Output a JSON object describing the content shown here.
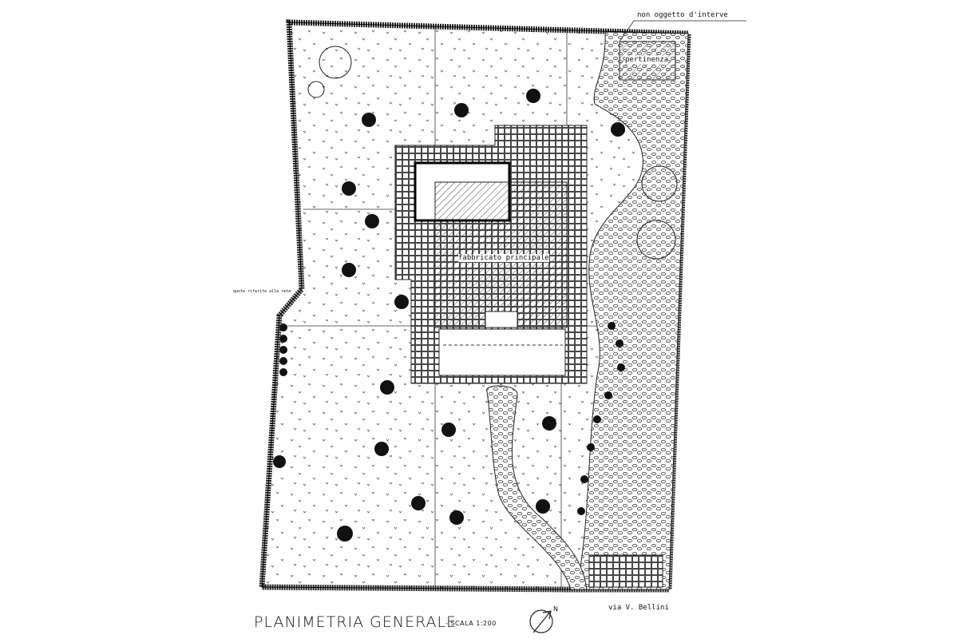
{
  "drawing": {
    "title": "PLANIMETRIA GENERALE",
    "scale": "- SCALA 1:200",
    "north_label": "N",
    "street": "via V. Bellini",
    "note": "quote riferite alla rete",
    "labels": {
      "excluded_area": "non oggetto d'interve",
      "outbuilding": "pertinenza",
      "main_building": "fabbricato principale"
    }
  }
}
